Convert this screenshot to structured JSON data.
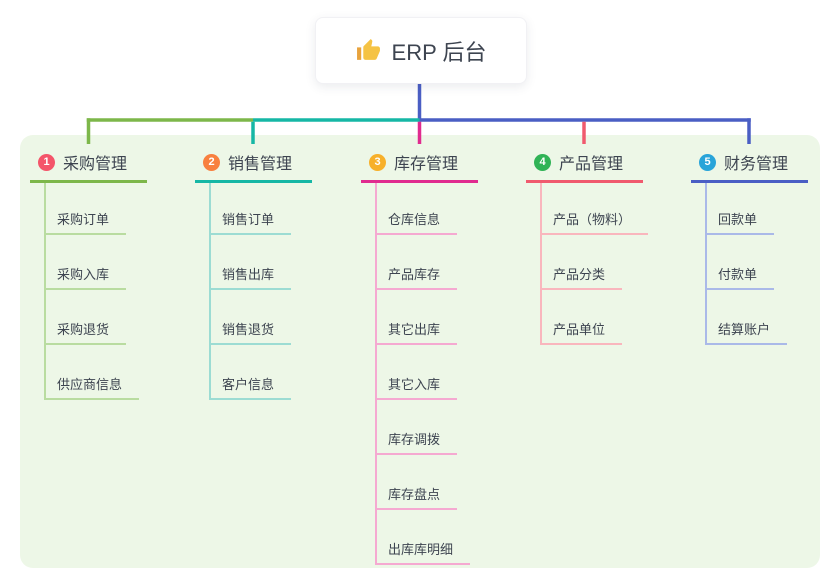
{
  "root": {
    "title": "ERP 后台",
    "icon": "thumbs-up-icon"
  },
  "colors": {
    "panel_bg": "#edf7e7",
    "text": "#3d4450",
    "node_bg": "#ffffff",
    "stem": "#4a5ec4"
  },
  "branches": [
    {
      "badge": "1",
      "label": "采购管理",
      "badge_color": "#f4556a",
      "line_color": "#7db74a",
      "sub_line_color": "#b9dca0",
      "items": [
        "采购订单",
        "采购入库",
        "采购退货",
        "供应商信息"
      ]
    },
    {
      "badge": "2",
      "label": "销售管理",
      "badge_color": "#f8803f",
      "line_color": "#16b7a5",
      "sub_line_color": "#9cdcd3",
      "items": [
        "销售订单",
        "销售出库",
        "销售退货",
        "客户信息"
      ]
    },
    {
      "badge": "3",
      "label": "库存管理",
      "badge_color": "#f7b02a",
      "line_color": "#e02b8f",
      "sub_line_color": "#f5a9d1",
      "items": [
        "仓库信息",
        "产品库存",
        "其它出库",
        "其它入库",
        "库存调拨",
        "库存盘点",
        "出库库明细"
      ]
    },
    {
      "badge": "4",
      "label": "产品管理",
      "badge_color": "#30b356",
      "line_color": "#f05a6e",
      "sub_line_color": "#f9b6bd",
      "items": [
        "产品（物料）",
        "产品分类",
        "产品单位"
      ]
    },
    {
      "badge": "5",
      "label": "财务管理",
      "badge_color": "#28a4d9",
      "line_color": "#4a5ec4",
      "sub_line_color": "#aab9e8",
      "items": [
        "回款单",
        "付款单",
        "结算账户"
      ]
    }
  ]
}
